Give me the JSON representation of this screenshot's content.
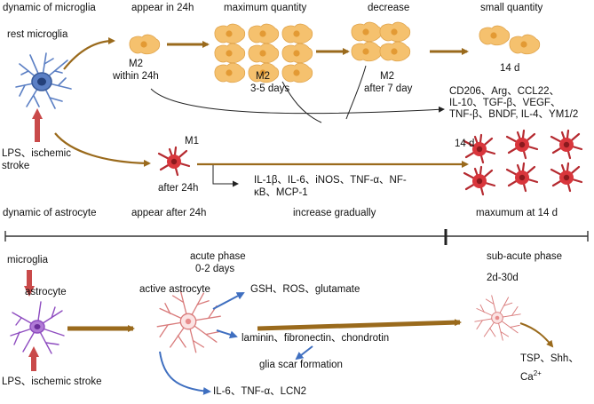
{
  "top": {
    "dynamic_microglia": "dynamic of microglia",
    "appear_24h": "appear in 24h",
    "maximum_quantity": "maximum quantity",
    "decrease": "decrease",
    "small_quantity": "small quantity",
    "rest_microglia": "rest microglia",
    "m2_a": "M2",
    "within_24h": "within 24h",
    "m2_b": "M2",
    "days_3_5": "3-5 days",
    "m2_c": "M2",
    "after_7_day": "after 7 day",
    "d14_top": "14 d",
    "m2_markers_1": "CD206、Arg、CCL22、",
    "m2_markers_2": "IL-10、TGF-β、VEGF、",
    "m2_markers_3": "TNF-β、BNDF, IL-4、YM1/2",
    "lps_1": "LPS、ischemic",
    "lps_2": "stroke",
    "m1": "M1",
    "after_24h": "after 24h",
    "d14_mid": "14 d",
    "m1_markers_1": "IL-1β、IL-6、iNOS、TNF-α、NF-",
    "m1_markers_2": "κB、MCP-1"
  },
  "middle": {
    "dynamic_astrocyte": "dynamic of astrocyte",
    "appear_after_24h": "appear after 24h",
    "increase_gradually": "increase gradually",
    "maximum_14d": "maxumum at 14 d"
  },
  "bottom": {
    "microglia": "microglia",
    "astrocyte": "astrocyte",
    "lps_stroke": "LPS、ischemic stroke",
    "acute_phase": "acute phase",
    "days_0_2": "0-2 days",
    "active_astrocyte": "active astrocyte",
    "gsh": "GSH、ROS、glutamate",
    "laminin": "laminin、fibronectin、chondrotin",
    "glia_scar": "glia scar formation",
    "il6": "IL-6、TNF-α、LCN2",
    "sub_acute": "sub-acute phase",
    "days_2_30": "2d-30d",
    "tsp": "TSP、Shh、",
    "ca": "Ca",
    "ca_sup": "2+"
  },
  "colors": {
    "m2_cell": "#f5c16e",
    "m2_nucleus": "#e39a34",
    "m1_cell": "#d9363c",
    "m1_nucleus": "#8a1a1e",
    "rest_cell": "#4a6fb3",
    "brown_arrow": "#9a6a1c",
    "red_arrow": "#c94a4a",
    "blue_arrow": "#3f6fc0",
    "astro_outline": "#d97b7b",
    "astro_purple": "#8e4cc0"
  }
}
